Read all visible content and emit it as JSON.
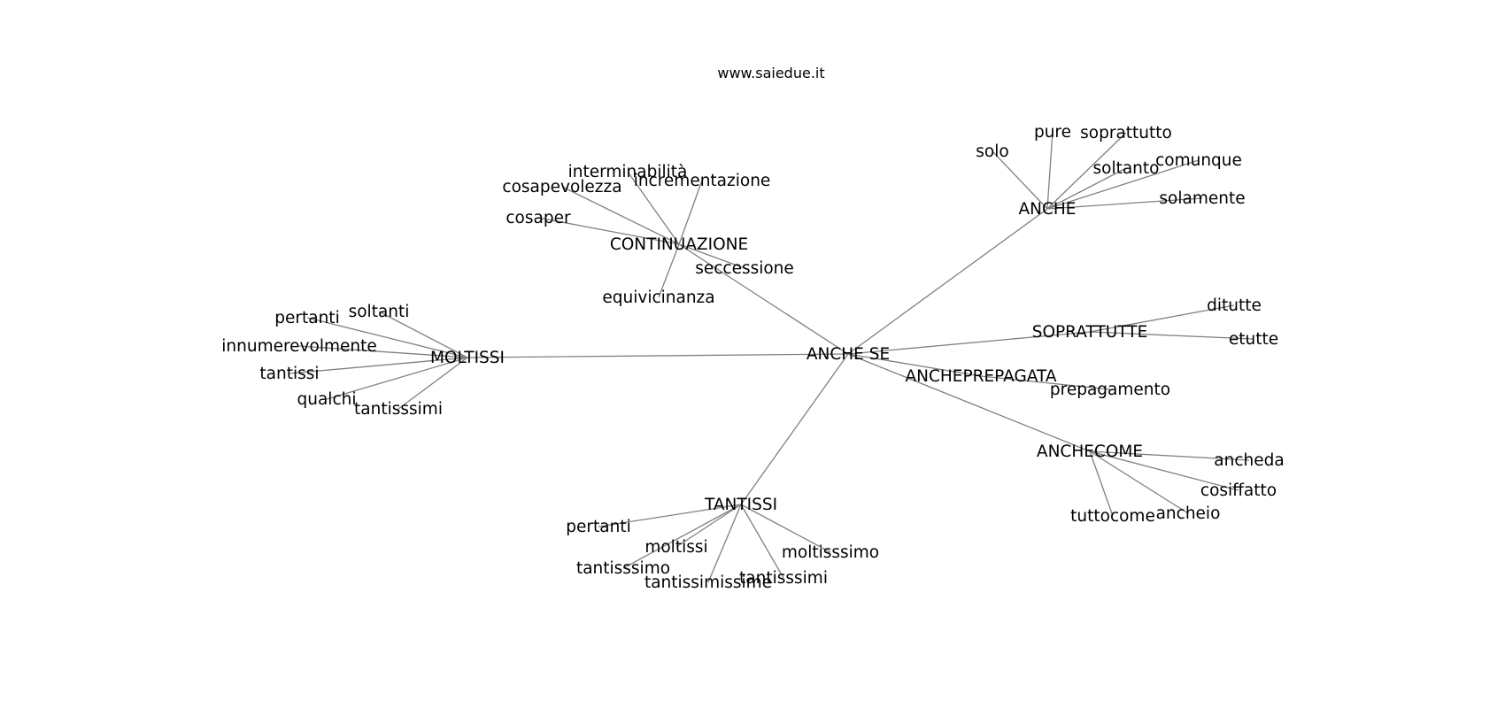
{
  "title": "www.saiedue.it",
  "colors": {
    "edge": "#808080",
    "text": "#000000",
    "background": "#ffffff"
  },
  "graph": {
    "root": "ANCHE SE",
    "hubs": [
      {
        "id": "anche",
        "label": "ANCHE",
        "leaves": [
          "solo",
          "pure",
          "soprattutto",
          "soltanto",
          "comunque",
          "solamente"
        ]
      },
      {
        "id": "continuazione",
        "label": "CONTINUAZIONE",
        "leaves": [
          "interminabilità",
          "cosapevolezza",
          "incrementazione",
          "cosaper",
          "seccessione",
          "equivicinanza"
        ]
      },
      {
        "id": "moltissi",
        "label": "MOLTISSI",
        "leaves": [
          "soltanti",
          "pertanti",
          "innumerevolmente",
          "tantissi",
          "qualchi",
          "tantisssimi"
        ]
      },
      {
        "id": "soprattutte",
        "label": "SOPRATTUTTE",
        "leaves": [
          "ditutte",
          "etutte"
        ]
      },
      {
        "id": "ancheprepagata",
        "label": "ANCHEPREPAGATA",
        "leaves": [
          "prepagamento"
        ]
      },
      {
        "id": "anchecome",
        "label": "ANCHECOME",
        "leaves": [
          "ancheda",
          "cosiffatto",
          "ancheio",
          "tuttocome"
        ]
      },
      {
        "id": "tantissi",
        "label": "TANTISSI",
        "leaves": [
          "pertanti",
          "moltissi",
          "tantisssimo",
          "tantissimissime",
          "tantisssimi",
          "moltisssimo"
        ]
      }
    ]
  }
}
